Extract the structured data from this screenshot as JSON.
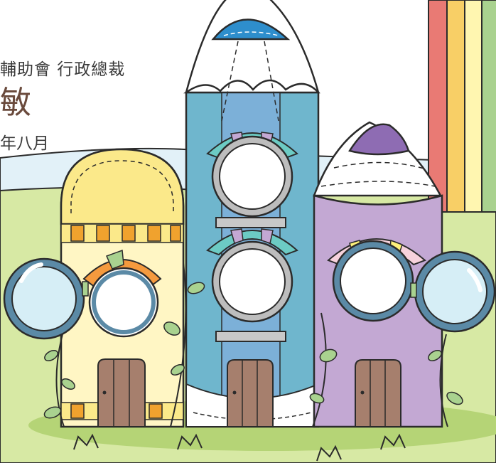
{
  "text": {
    "line1": "輔助會  行政總裁",
    "line2": "敏",
    "line3": "年八月"
  },
  "colors": {
    "sky": "#e2f1f8",
    "grass": "#d7e9a4",
    "rainbow": [
      "#e97a74",
      "#f8cf66",
      "#fff6b0",
      "#a9d28f"
    ],
    "yellow_house": "#fbe98a",
    "blue_tower": "#6fb6cd",
    "purple_house": "#c3a8d3"
  }
}
